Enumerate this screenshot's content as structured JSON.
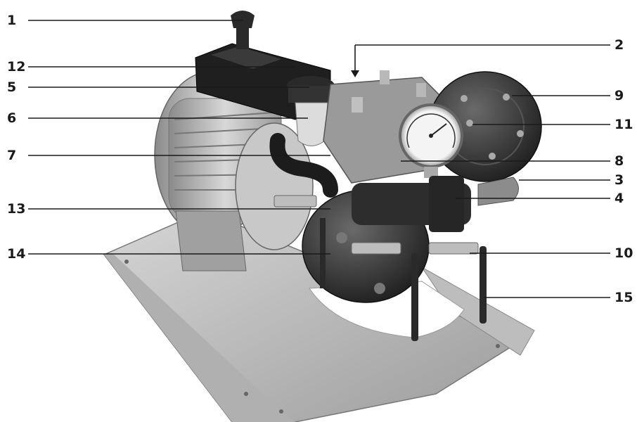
{
  "callouts": [
    {
      "id": "c1",
      "label": "1"
    },
    {
      "id": "c2",
      "label": "2"
    },
    {
      "id": "c3",
      "label": "3"
    },
    {
      "id": "c4",
      "label": "4"
    },
    {
      "id": "c5",
      "label": "5"
    },
    {
      "id": "c6",
      "label": "6"
    },
    {
      "id": "c7",
      "label": "7"
    },
    {
      "id": "c8",
      "label": "8"
    },
    {
      "id": "c9",
      "label": "9"
    },
    {
      "id": "c10",
      "label": "10"
    },
    {
      "id": "c11",
      "label": "11"
    },
    {
      "id": "c12",
      "label": "12"
    },
    {
      "id": "c13",
      "label": "13"
    },
    {
      "id": "c14",
      "label": "14"
    },
    {
      "id": "c15",
      "label": "15"
    }
  ],
  "colors": {
    "line": "#1a1a1a",
    "metal_light": "#d9d9d9",
    "metal_mid": "#a8a8a8",
    "metal_dark": "#6e6e6e",
    "black_part": "#2b2b2b",
    "plate": "#c4c4c4"
  }
}
